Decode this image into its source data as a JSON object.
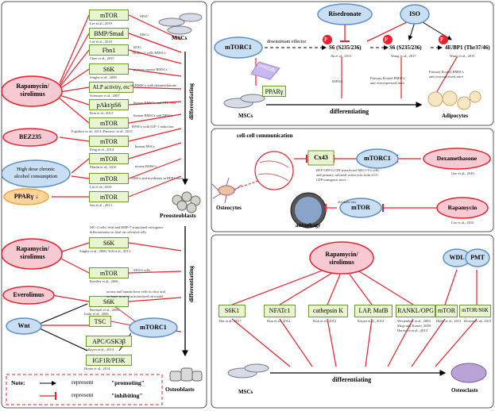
{
  "panel_left": {
    "drugs": [
      "Rapamycin/",
      "sirolimus",
      "BEZ235",
      "High dose chronic",
      "alcohol consumption",
      "PPARγ ↓",
      "Rapamycin/",
      "sirolimus",
      "Everolimus",
      "Wnt"
    ],
    "targets": [
      "mTOR",
      "BMP/Smad",
      "Fbn1",
      "S6K",
      "ALP activity, etc",
      "pAkt/pS6",
      "mTOR",
      "mTOR",
      "mTOR",
      "mTOR",
      "mTOR",
      "S6K",
      "mTOR",
      "S6K",
      "TSC",
      "APC/GSK3β",
      "IGF1R/PI3K",
      "mTORC1"
    ],
    "refs": [
      "Lee et al., 2010",
      "Lee et al., 2010",
      "Chen et al., 2015",
      "Singha et al., 2008",
      "Sorensen et al., 2007",
      "Kim et al., 2012",
      "Fujishiro et al., 2013; Pantovic et al., 2013",
      "Feng et al., 2014",
      "Martin et al., 2010",
      "Liu et al., 2016",
      "Sen et al., 2013",
      "Singha et al., 2008; Yeh et al., 2013",
      "Kemker et al., 2006",
      "Kneissel et al., 2004",
      "Inoki et al., 2006",
      "Vallayen et al., 2014",
      "Horne et al., 2014"
    ],
    "annots": [
      "SESC",
      "MSCs",
      "hESC",
      "TRAS+/+ cells BMSCs",
      "primary mouse BMSCs",
      "rat BMSCs with dexamethasone",
      "human BMSCs and ST2 cells",
      "human BMSCs and DPSCs",
      "DPSCs with IGF-1 induction",
      "human MSCs",
      "mouse BMSCs",
      "MSCs and myoblasts in BPP1 mice",
      "MC-4 cells, fetal and BMP-7 stimulated osteogenic",
      "differentiation in fetal rat calvarial cells",
      "MG63 cells",
      "mouse and human bone cells in vitro and",
      "on bone in an ovariectomized rat model"
    ],
    "cells": [
      "MSCs",
      "Preosteoblasts",
      "Osteoblasts"
    ],
    "arrow_label": "differentiating",
    "note": {
      "prefix": "Note:",
      "promoting_label": "represent",
      "promoting": "\"promoting\"",
      "inhibiting_label": "represent",
      "inhibiting": "\"inhibiting\""
    }
  },
  "panel_top_right": {
    "risedronate": "Risedronate",
    "iso": "ISO",
    "mtorc1": "mTORC1",
    "downstream": "downstream effector",
    "crosstalk": "crosstalk",
    "s6a": "S6 (S235/236)",
    "s6b": "S6 (S235/236)",
    "ebp": "4E/BP1 (Thr37/46)",
    "pparg": "PPARγ",
    "p": "P",
    "ref1": "Jin et al., 2013",
    "ref2": "Wang et al., 2017",
    "ref3": "Wang et al., 2015",
    "annot1": "hMSCs",
    "annot2a": "Primary flouted BMSCs",
    "annot2b": "and overexpressed mice",
    "annot3a": "Primary flouted BMSCs",
    "annot3b": "and overexpressed mice",
    "mscs": "MSCs",
    "diff": "differentiating",
    "adipocytes": "Adipocytes"
  },
  "panel_mid_right": {
    "title": "cell-cell communication",
    "cx43": "Cx43",
    "mtorc1": "mTORC1",
    "dex": "Dexamethasone",
    "mtor": "mTOR",
    "rapa": "Rapamycin",
    "osteocytes": "Osteocytes",
    "autophagy": "autophagy",
    "ref1": "Gao et al., 2016",
    "ref2": "Luo et al., 2016",
    "annot1a": "RFP-GFP-LC3B-transfected MLO-Y4 cells",
    "annot1b": "and primary calvarial osteocytes from LC3",
    "annot1c": "GFP transgenic mice",
    "annot2": "old male rats"
  },
  "panel_bottom_right": {
    "rapa1": "Rapamycin/",
    "rapa2": "sirolimus",
    "wdl": "WDL",
    "pmt": "PMT",
    "targets": [
      "S6K1",
      "NFATc1",
      "cathepsin K",
      "LAP, MafB",
      "RANKL/OPG",
      "mTOR",
      "mTOR/S6K"
    ],
    "refs": [
      "Dai et al., 2017",
      "Kim et al., 2012",
      "Kim et al., 2012",
      "Sriyati et al., 2012",
      "Westendorf et al., 2004",
      "Mogi and Kondo, 2009",
      "Hartwich et al., 2013",
      "Hasle et al., 2013",
      "Kloster et al., 2015"
    ],
    "mscs": "MSCs",
    "diff": "differentiating",
    "osteoclasts": "Osteoclasts"
  },
  "colors": {
    "red": "#e8212a",
    "green_fill": "#e9f5d0",
    "green_border": "#6a9b2e",
    "pink_fill": "#f7c9d3",
    "blue_fill": "#c9def2",
    "orange": "#f7a23a",
    "purple": "#9b86d6"
  }
}
